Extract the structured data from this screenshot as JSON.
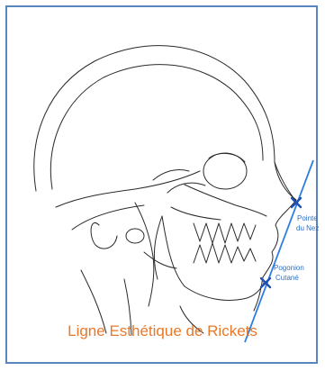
{
  "caption": "Ligne Esthétique de Rickets",
  "points": {
    "nose_tip": {
      "line1": "Pointe",
      "line2": "du Nez"
    },
    "chin": {
      "line1": "Pogonion",
      "line2": "Cutané"
    }
  },
  "colors": {
    "frame": "#5a86c0",
    "line": "#2f7fe0",
    "marker": "#1f4fb0",
    "caption": "#e8782a",
    "drawing": "#2a2a2a"
  }
}
